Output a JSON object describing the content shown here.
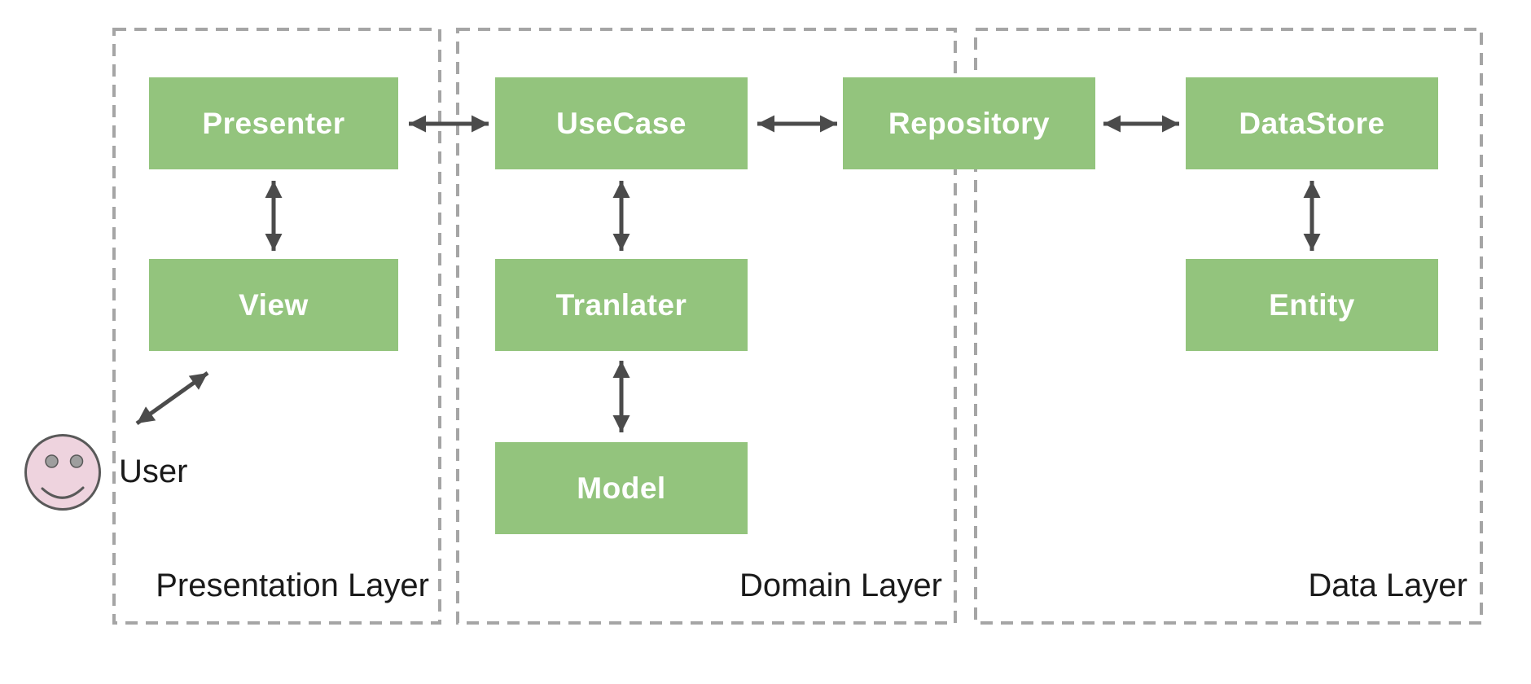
{
  "diagram": {
    "type": "layered-architecture",
    "layers": [
      {
        "id": "presentation",
        "label": "Presentation Layer"
      },
      {
        "id": "domain",
        "label": "Domain Layer"
      },
      {
        "id": "data",
        "label": "Data Layer"
      }
    ],
    "nodes": {
      "presenter": {
        "label": "Presenter"
      },
      "view": {
        "label": "View"
      },
      "usecase": {
        "label": "UseCase"
      },
      "tranlater": {
        "label": "Tranlater"
      },
      "model": {
        "label": "Model"
      },
      "repository": {
        "label": "Repository"
      },
      "datastore": {
        "label": "DataStore"
      },
      "entity": {
        "label": "Entity"
      }
    },
    "actor": {
      "label": "User"
    },
    "connections": [
      {
        "from": "User",
        "to": "View",
        "bidirectional": true
      },
      {
        "from": "Presenter",
        "to": "View",
        "bidirectional": true
      },
      {
        "from": "Presenter",
        "to": "UseCase",
        "bidirectional": true
      },
      {
        "from": "UseCase",
        "to": "Tranlater",
        "bidirectional": true
      },
      {
        "from": "Tranlater",
        "to": "Model",
        "bidirectional": true
      },
      {
        "from": "UseCase",
        "to": "Repository",
        "bidirectional": true
      },
      {
        "from": "Repository",
        "to": "DataStore",
        "bidirectional": true
      },
      {
        "from": "DataStore",
        "to": "Entity",
        "bidirectional": true
      }
    ],
    "colors": {
      "node_fill": "#93c47d",
      "node_text": "#ffffff",
      "arrow": "#4b4b4b",
      "dashed_border": "#a5a5a5",
      "label_text": "#1a1a1a",
      "face_fill": "#eed3de",
      "face_stroke": "#595959",
      "face_eye_fill": "#9e9e9e",
      "background": "#ffffff"
    }
  }
}
